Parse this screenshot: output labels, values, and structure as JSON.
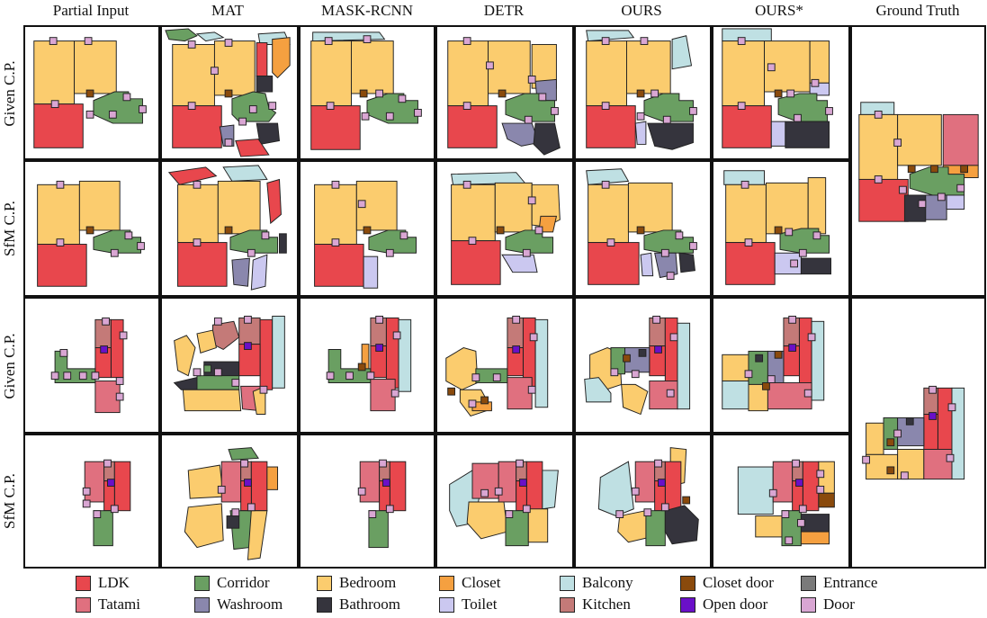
{
  "columns": [
    "Partial Input",
    "MAT",
    "MASK-RCNN",
    "DETR",
    "OURS",
    "OURS*",
    "Ground Truth"
  ],
  "rows": [
    "Given C.P.",
    "SfM C.P.",
    "Given C.P.",
    "SfM C.P."
  ],
  "legend": [
    {
      "label": "LDK",
      "color": "#e8474d"
    },
    {
      "label": "Corridor",
      "color": "#6a9f62"
    },
    {
      "label": "Bedroom",
      "color": "#fbcc6e"
    },
    {
      "label": "Closet",
      "color": "#f5a040"
    },
    {
      "label": "Balcony",
      "color": "#bfe0e3"
    },
    {
      "label": "Closet door",
      "color": "#8a4a0c"
    },
    {
      "label": "Entrance",
      "color": "#7a7a7a"
    },
    {
      "label": "Tatami",
      "color": "#e0707f"
    },
    {
      "label": "Washroom",
      "color": "#8a87ad"
    },
    {
      "label": "Bathroom",
      "color": "#35343d"
    },
    {
      "label": "Toilet",
      "color": "#cbc8f0"
    },
    {
      "label": "Kitchen",
      "color": "#c47a78"
    },
    {
      "label": "Open door",
      "color": "#6a10c8"
    },
    {
      "label": "Door",
      "color": "#d9a6d3"
    }
  ]
}
